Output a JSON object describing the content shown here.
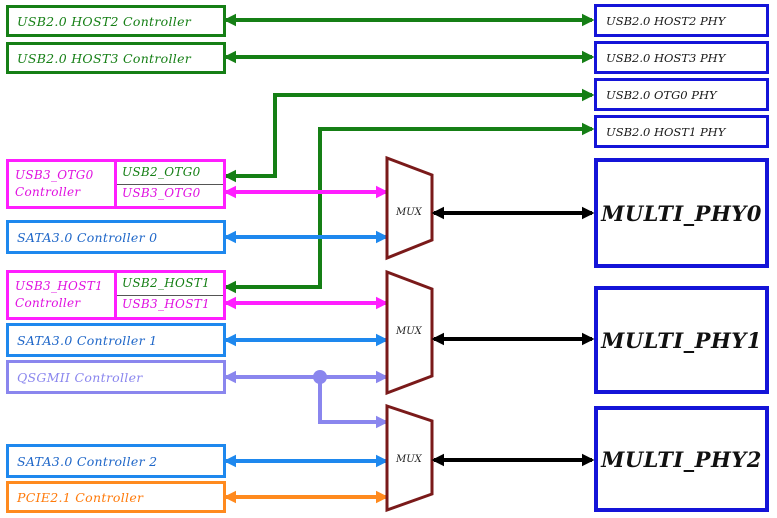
{
  "controllers": {
    "host2": "USB2.0 HOST2 Controller",
    "host3": "USB2.0 HOST3 Controller",
    "otg0_name": "USB3_OTG0\nController",
    "otg0_usb2": "USB2_OTG0",
    "otg0_usb3": "USB3_OTG0",
    "sata0": "SATA3.0 Controller 0",
    "host1_name": "USB3_HOST1\nController",
    "host1_usb2": "USB2_HOST1",
    "host1_usb3": "USB3_HOST1",
    "sata1": "SATA3.0 Controller 1",
    "qsgmii": "QSGMII Controller",
    "sata2": "SATA3.0 Controller 2",
    "pcie": "PCIE2.1 Controller"
  },
  "phys": {
    "host2": "USB2.0 HOST2 PHY",
    "host3": "USB2.0 HOST3 PHY",
    "otg0": "USB2.0 OTG0 PHY",
    "host1": "USB2.0 HOST1 PHY",
    "multi0": "MULTI_PHY0",
    "multi1": "MULTI_PHY1",
    "multi2": "MULTI_PHY2"
  },
  "mux_label": "MUX",
  "colors": {
    "usb2": "#157f15",
    "usb3": "#ff1eff",
    "sata": "#1e88ee",
    "qsgmii": "#8a86ee",
    "pcie": "#ff8a1e",
    "phy_border": "#1414d8",
    "mux": "#7a1a1a",
    "mux_link": "#000000"
  }
}
